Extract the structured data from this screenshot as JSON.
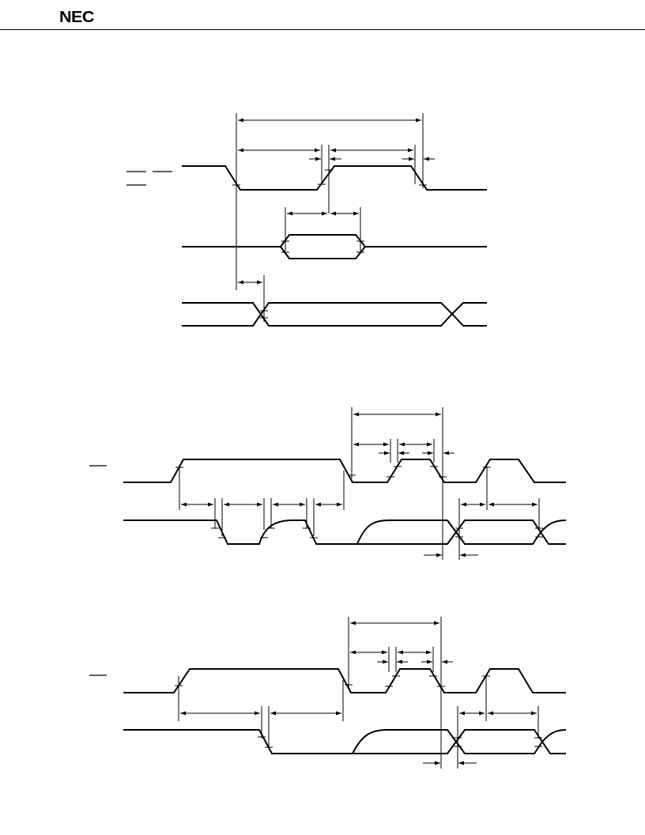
{
  "header": {
    "logo_text": "NEC"
  },
  "diagrams": [
    {
      "id": "timing-diagram-1",
      "signal_count": 3
    },
    {
      "id": "timing-diagram-2",
      "signal_count": 2
    },
    {
      "id": "timing-diagram-3",
      "signal_count": 2
    }
  ],
  "colors": {
    "ink": "#000000",
    "background": "#ffffff"
  }
}
